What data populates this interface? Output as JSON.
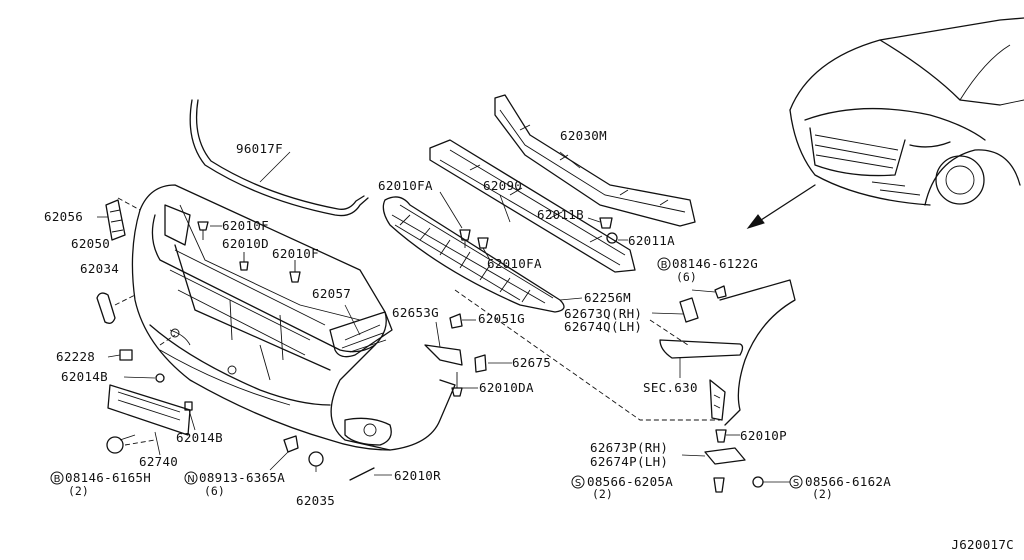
{
  "diagram_code": "J620017C",
  "labels": {
    "p96017F": "96017F",
    "p62030M": "62030M",
    "p62010FA_1": "62010FA",
    "p62090": "62090",
    "p62011B": "62011B",
    "p62011A": "62011A",
    "p62056": "62056",
    "p62010F_1": "62010F",
    "p62050": "62050",
    "p62010D": "62010D",
    "p62010F_2": "62010F",
    "p62010FA_2": "62010FA",
    "p62034": "62034",
    "p62057": "62057",
    "p62653G": "62653G",
    "p62051G": "62051G",
    "p62256M": "62256M",
    "p62673Q": "62673Q(RH)",
    "p62674Q": "62674Q(LH)",
    "p62228": "62228",
    "p62675": "62675",
    "p62014B_1": "62014B",
    "p62010DA": "62010DA",
    "sec630": "SEC.630",
    "p62014B_2": "62014B",
    "p62010P": "62010P",
    "p62740": "62740",
    "p62673P": "62673P(RH)",
    "p62674P": "62674P(LH)",
    "p62035": "62035",
    "p62010R": "62010R",
    "b08146_6122G": "08146-6122G",
    "b08146_6122G_qty": "(6)",
    "b08146_6165H": "08146-6165H",
    "b08146_6165H_qty": "(2)",
    "n08913_6365A": "08913-6365A",
    "n08913_6365A_qty": "(6)",
    "s08566_6205A": "08566-6205A",
    "s08566_6205A_qty": "(2)",
    "s08566_6162A": "08566-6162A",
    "s08566_6162A_qty": "(2)"
  },
  "markers": {
    "b": "B",
    "n": "N",
    "s": "S"
  }
}
